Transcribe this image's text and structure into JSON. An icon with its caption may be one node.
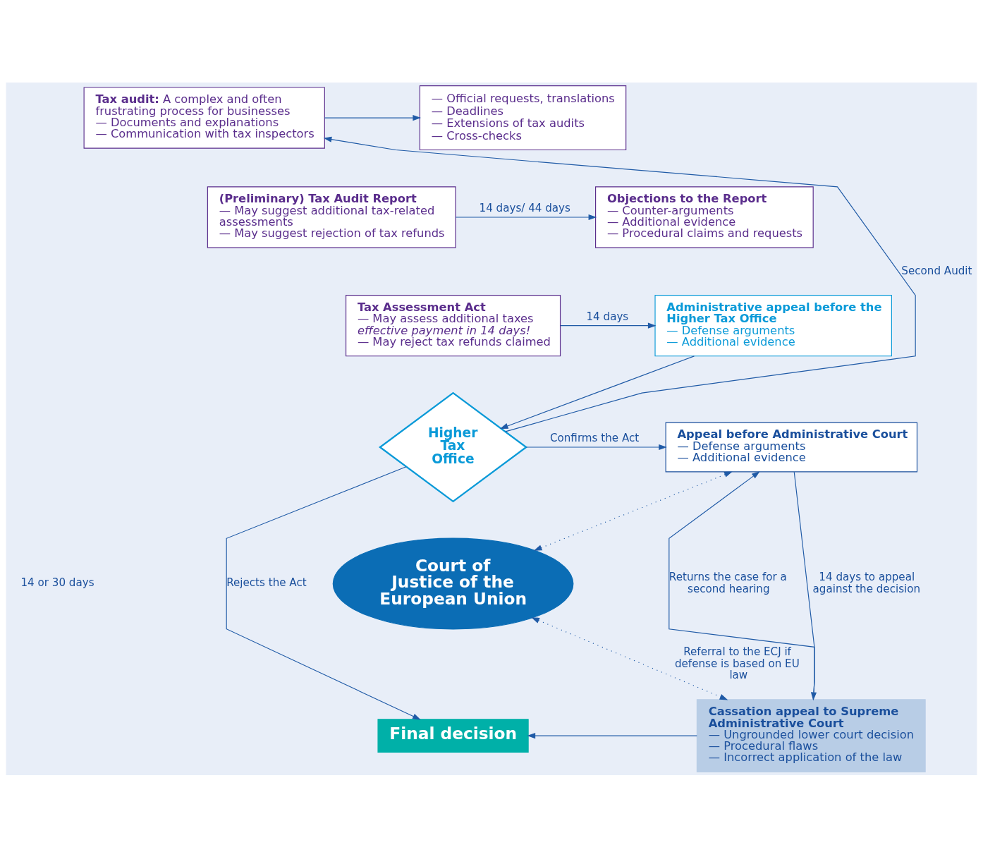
{
  "diagram": {
    "nodes": [
      {
        "text": [
          "**Tax audit:** A complex and often frustrating process for businesses",
          "— Documents and explanations",
          "— Communication with tax inspectors"
        ]
      },
      {
        "text": [
          "— Official requests, translations",
          "— Deadlines",
          "— Extensions of tax audits",
          "— Cross-checks"
        ]
      },
      {
        "text": [
          "Objections to the Report",
          "— Counter-arguments",
          "— Additional evidence",
          "— Procedural claims and requests"
        ]
      },
      {
        "text": [
          "(Preliminary) Tax Audit Report",
          "— May suggest additional tax-related assessments",
          "— May suggest rejection of tax refunds"
        ]
      },
      {
        "text": [
          "Tax Assessment Act",
          "— May assess additional taxes *effective payment in 14 days!*",
          "— May reject tax refunds claimed"
        ]
      },
      {
        "text": [
          "Administrative appeal before the Higher Tax Office",
          "— Defense arguments",
          "— Additional evidence"
        ]
      },
      {
        "text": [
          "Higher Tax Office"
        ]
      },
      {
        "text": [
          "Appeal before Administrative Court",
          "— Defense arguments",
          "— Additional evidence"
        ]
      },
      {
        "text": [
          "Court of Justice of the European Union"
        ]
      },
      {
        "text": [
          "Final decision"
        ]
      },
      {
        "text": [
          "Cassation appeal to Supreme Administrative Court",
          "— Ungrounded lower court decision",
          "— Procedural flaws",
          "— Incorrect application of the law"
        ]
      }
    ],
    "edges": [
      {
        "from": 0,
        "to": 1,
        "arrow": "to"
      },
      {
        "from": 3,
        "to": 2,
        "arrow": "to",
        "label": "14 days/ 44 days"
      },
      {
        "from": 4,
        "to": 5,
        "arrow": "to",
        "label": "14 days"
      },
      {
        "from": 5,
        "to": 6,
        "arrow": "to"
      },
      {
        "from": 6,
        "to": 0,
        "arrow": "to",
        "label": "Second Audit"
      },
      {
        "from": 6,
        "to": 7,
        "arrow": "to",
        "label": "Confirms the Act"
      },
      {
        "from": 6,
        "to": 9,
        "arrow": "to",
        "label": "Rejects the Act"
      },
      {
        "from": 7,
        "to": 10,
        "arrow": "to",
        "label": "14 days to appeal against the decision"
      },
      {
        "from": 10,
        "to": 7,
        "arrow": "to",
        "label": "Returns the case for a second hearing"
      },
      {
        "from": 10,
        "to": 9,
        "arrow": "to"
      },
      {
        "from": 8,
        "to": 7,
        "arrow": "both",
        "style": "dashed"
      },
      {
        "from": 8,
        "to": 10,
        "arrow": "both",
        "style": "dashed",
        "label": "Referral to the ECJ if defense is based on EU law"
      }
    ],
    "labels": [
      "14 or 30 days"
    ]
  }
}
